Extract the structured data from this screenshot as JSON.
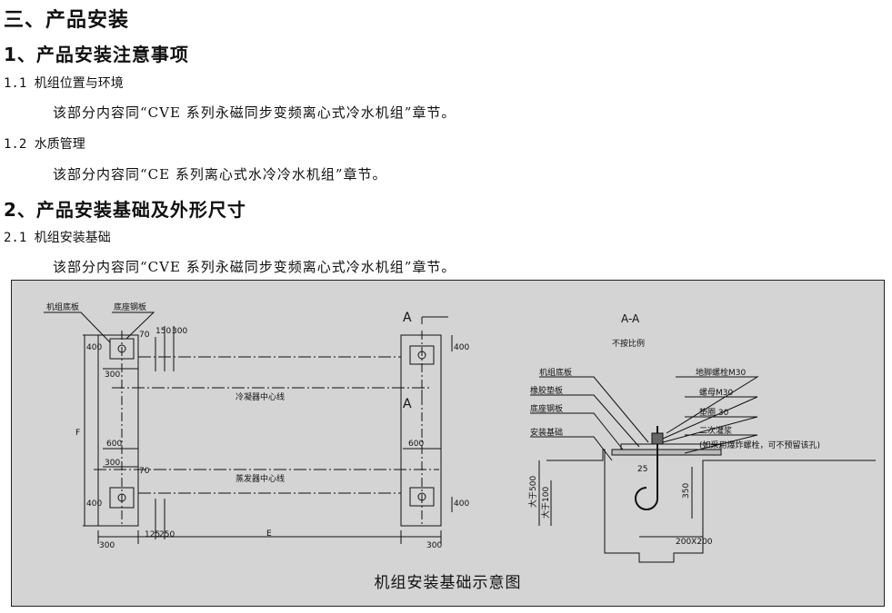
{
  "heading": "三、产品安装",
  "s1": {
    "title": "1、产品安装注意事项",
    "i1_title": "1.1 机组位置与环境",
    "i1_text": "该部分内容同“CVE 系列永磁同步变频离心式冷水机组”章节。",
    "i2_title": "1.2  水质管理",
    "i2_text": "该部分内容同“CE 系列离心式水冷冷水机组”章节。"
  },
  "s2": {
    "title": "2、产品安装基础及外形尺寸",
    "i1_title": "2.1 机组安装基础",
    "i1_text": "该部分内容同“CVE 系列永磁同步变频离心式冷水机组”章节。"
  },
  "figure": {
    "caption": "机组安装基础示意图",
    "plan": {
      "unit_base_plate": "机组底板",
      "seat_steel_plate": "底座钢板",
      "section_mark": "A",
      "condenser_center": "冷凝器中心线",
      "evaporator_center": "蒸发器中心线",
      "dim_F": "F",
      "dim_E": "E",
      "d400": "400",
      "d70": "70",
      "d150": "150",
      "d300": "300",
      "d600": "600",
      "d125": "125",
      "d250": "250"
    },
    "section": {
      "title": "A-A",
      "note": "不按比例",
      "unit_base_plate": "机组底板",
      "rubber_pad": "橡胶垫板",
      "seat_steel_plate": "底座钢板",
      "foundation": "安装基础",
      "anchor_bolt": "地脚螺栓M30",
      "nut": "螺母M30",
      "washer": "垫圈  30",
      "grout": "二次灌浆",
      "grout_note": "(如采用爆炸螺栓，可不预留该孔)",
      "gt500": "大于500",
      "gt100": "大于100",
      "d350": "350",
      "d200x200": "200X200",
      "d25": "25"
    }
  }
}
